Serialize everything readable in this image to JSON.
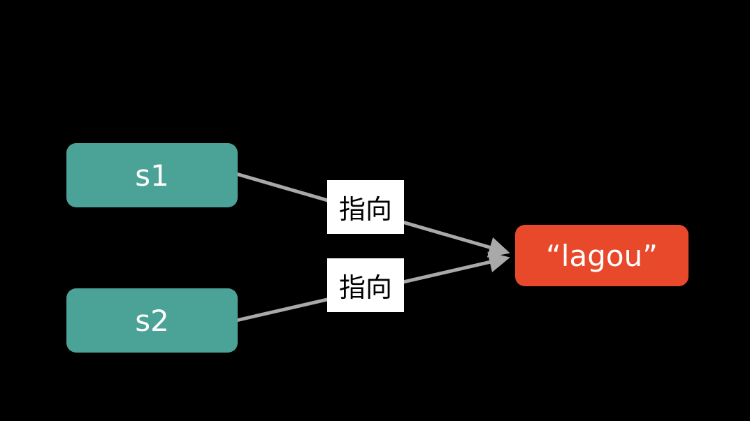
{
  "diagram": {
    "background": "#000000",
    "nodes": {
      "s1": {
        "label": "s1",
        "color": "#4aa396",
        "text_color": "#ffffff"
      },
      "s2": {
        "label": "s2",
        "color": "#4aa396",
        "text_color": "#ffffff"
      },
      "lagou": {
        "label": "“lagou”",
        "color": "#e8492b",
        "text_color": "#ffffff"
      }
    },
    "edges": [
      {
        "from": "s1",
        "to": "lagou",
        "label": "指向"
      },
      {
        "from": "s2",
        "to": "lagou",
        "label": "指向"
      }
    ],
    "colors": {
      "arrow": "#a9a9a9",
      "edge_label_bg": "#ffffff",
      "edge_label_text": "#000000"
    }
  }
}
